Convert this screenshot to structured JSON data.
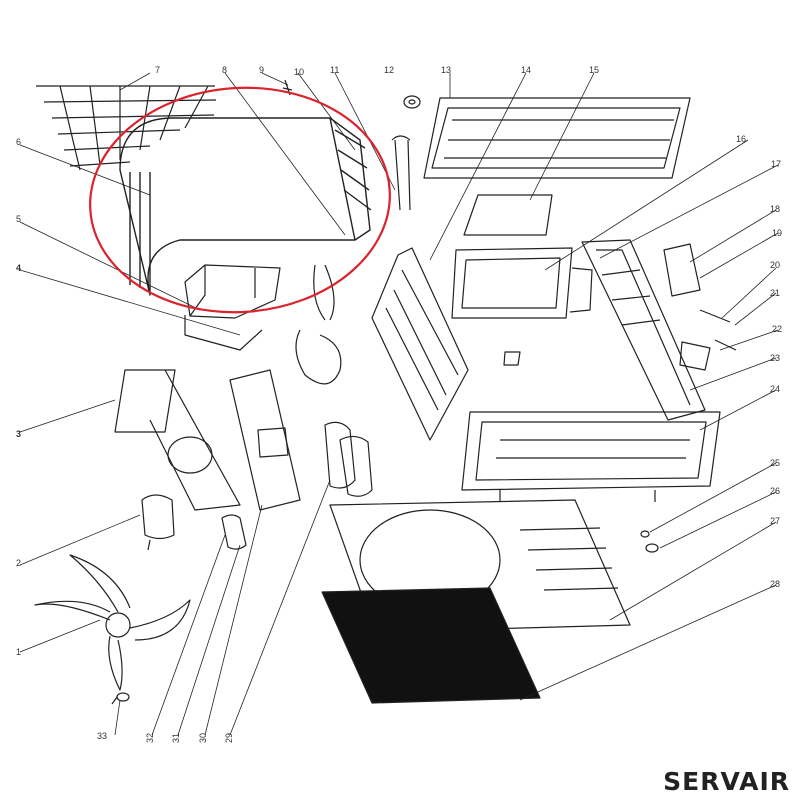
{
  "diagram": {
    "type": "exploded-parts-view",
    "part_numbers": [
      "1",
      "2",
      "3",
      "4",
      "5",
      "6",
      "7",
      "8",
      "9",
      "10",
      "11",
      "12",
      "13",
      "14",
      "15",
      "16",
      "17",
      "18",
      "19",
      "20",
      "21",
      "22",
      "23",
      "24",
      "25",
      "26",
      "27",
      "28",
      "29",
      "30",
      "31",
      "32",
      "33"
    ],
    "highlight_color": "#d9232d",
    "line_color": "#222222",
    "highlighted_assembly": "condenser-coil"
  },
  "brand": {
    "name": "SERVAIR"
  }
}
